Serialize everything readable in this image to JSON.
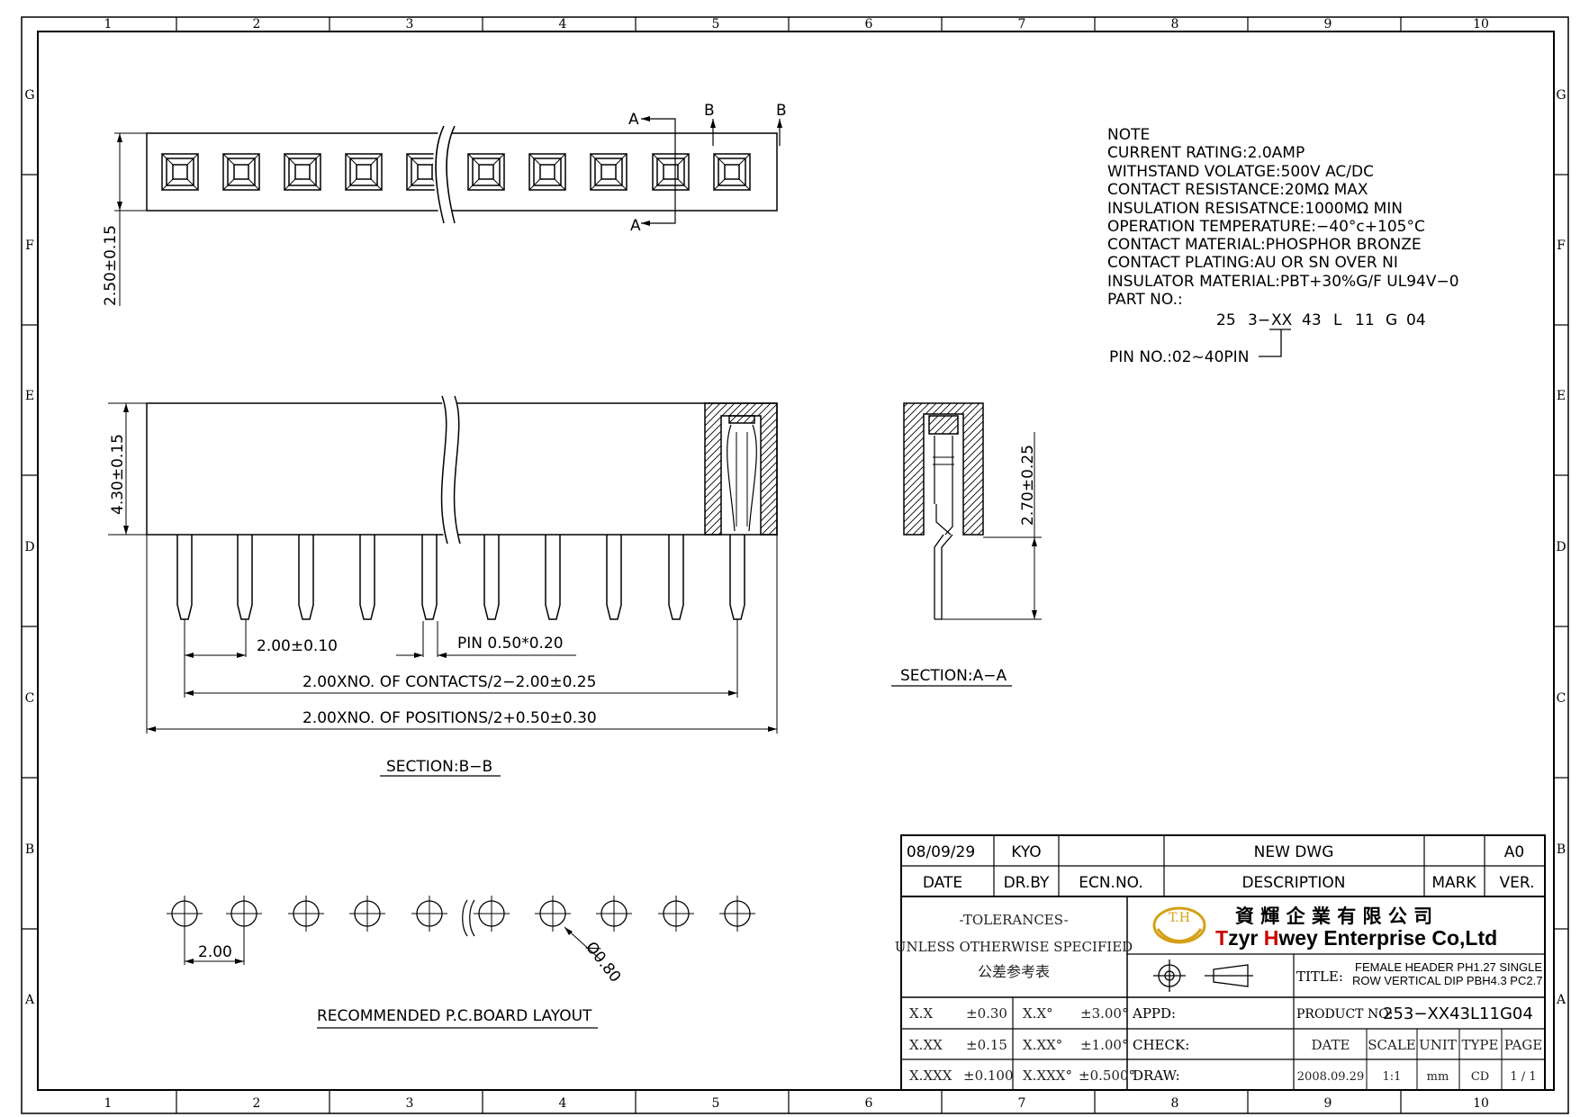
{
  "frame": {
    "columns": [
      "1",
      "2",
      "3",
      "4",
      "5",
      "6",
      "7",
      "8",
      "9",
      "10"
    ],
    "rows": [
      "G",
      "F",
      "E",
      "D",
      "C",
      "B",
      "A"
    ]
  },
  "top_view": {
    "section_a": "A",
    "section_b": "B",
    "height_dim": "2.50±0.15"
  },
  "side_view": {
    "height_dim": "4.30±0.15",
    "pitch_dim": "2.00±0.10",
    "pin_dim": "PIN  0.50*0.20",
    "contacts_dim": "2.00XNO.  OF  CONTACTS/2−2.00±0.25",
    "positions_dim": "2.00XNO.  OF  POSITIONS/2+0.50±0.30",
    "section_label": "SECTION:B−B"
  },
  "section_aa": {
    "height_dim": "2.70±0.25",
    "label": "SECTION:A−A"
  },
  "notes": {
    "heading": "NOTE",
    "lines": [
      "CURRENT  RATING:2.0AMP",
      "WITHSTAND  VOLATGE:500V  AC/DC",
      "CONTACT  RESISTANCE:20MΩ  MAX",
      "INSULATION  RESISATNCE:1000MΩ  MIN",
      "OPERATION  TEMPERATURE:−40°c+105°C",
      "CONTACT  MATERIAL:PHOSPHOR  BRONZE",
      "CONTACT  PLATING:AU  OR  SN  OVER  NI",
      "INSULATOR  MATERIAL:PBT+30%G/F  UL94V−0",
      "PART  NO.:"
    ],
    "part_no": {
      "p1": "25",
      "p2": "3−",
      "p3": "XX",
      "p4": "43",
      "p5": "L",
      "p6": "11",
      "p7": "G",
      "p8": "04"
    },
    "pin_no": "PIN  NO.:02~40PIN"
  },
  "pcb": {
    "pitch": "2.00",
    "hole": "Ø0.80",
    "label": "RECOMMENDED  P.C.BOARD  LAYOUT"
  },
  "title_block": {
    "rev": {
      "date": "08/09/29",
      "drawn_by": "KYO",
      "ecn": "",
      "description": "NEW  DWG",
      "mark": "",
      "version": "A0"
    },
    "headers": {
      "date": "DATE",
      "drawn_by": "DR.BY",
      "ecn": "ECN.NO.",
      "description": "DESCRIPTION",
      "mark": "MARK",
      "version": "VER."
    },
    "tolerances": {
      "heading": "-TOLERANCES-",
      "note": "UNLESS OTHERWISE SPECIFIED",
      "note_cn": "公差参考表",
      "rows": [
        {
          "lin": "X.X",
          "lin_tol": "±0.30",
          "ang": "X.X°",
          "ang_tol": "±3.00°"
        },
        {
          "lin": "X.XX",
          "lin_tol": "±0.15",
          "ang": "X.XX°",
          "ang_tol": "±1.00°"
        },
        {
          "lin": "X.XXX",
          "lin_tol": "±0.100",
          "ang": "X.XXX°",
          "ang_tol": "±0.500°"
        }
      ]
    },
    "company": {
      "logo_text": "T.H",
      "name_cn": "資 輝 企 業 有 限 公 司",
      "name_t": "T",
      "name_mid": "zyr ",
      "name_h": "H",
      "name_rest": "wey Enterprise Co,Ltd"
    },
    "title_label": "TITLE:",
    "title_line1": "FEMALE HEADER PH1.27 SINGLE",
    "title_line2": "ROW VERTICAL DIP PBH4.3 PC2.7",
    "product_no_label": "PRODUCT NO:",
    "product_no": "253−XX43L11G04",
    "appd": "APPD:",
    "check": "CHECK:",
    "draw": "DRAW:",
    "info_headers": [
      "DATE",
      "SCALE",
      "UNIT",
      "TYPE",
      "PAGE"
    ],
    "info_values": [
      "2008.09.29",
      "1:1",
      "mm",
      "CD",
      "1 / 1"
    ],
    "accent": "#cc0000",
    "logo_color": "#d4a017"
  }
}
